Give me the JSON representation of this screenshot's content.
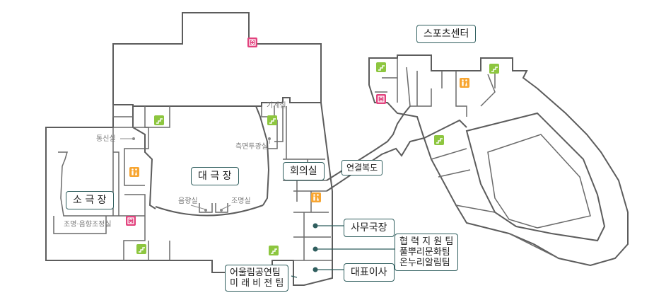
{
  "rooms": {
    "sports_center": "스포츠센터",
    "main_theater": "대 극 장",
    "small_theater": "소 극 장",
    "meeting_room": "회의실",
    "connecting_corridor": "연결복도",
    "secretariat": "사무국장",
    "team_group": [
      "협 력 지 원 팀",
      "풀뿌리문화팀",
      "온누리알림팀"
    ],
    "ceo": "대표이사",
    "team_group2": [
      "어울림공연팀",
      "미 래 비 전 팀"
    ]
  },
  "small_labels": {
    "machine_room": "기계실",
    "comm_room": "통신실",
    "side_light_room": "측면투광실",
    "sound_room": "음향실",
    "lighting_room": "조명실",
    "light_sound_control": "조명·음향조정실"
  },
  "icons": {
    "stairs": "stairs-icon",
    "restroom": "restroom-icon",
    "elevator": "elevator-icon"
  },
  "colors": {
    "label_border": "#2f5e5e",
    "pointer_dot": "#2f5e5e",
    "walls": "#5c5c5c",
    "stairs": "#8dc63f",
    "restroom": "#f7a531",
    "elevator": "#e2437e"
  }
}
